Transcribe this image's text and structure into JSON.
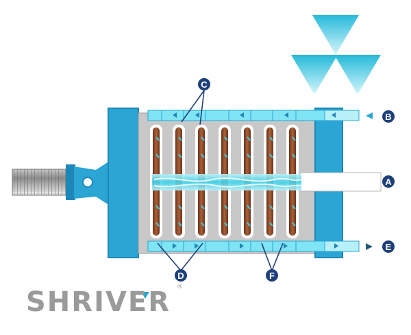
{
  "callouts": {
    "A": "A",
    "B": "B",
    "C": "C",
    "D": "D",
    "E": "E",
    "F": "F"
  },
  "brand": {
    "name": "SHRIVER",
    "registered_mark": "®"
  },
  "colors": {
    "frame_blue": "#2aa5d4",
    "frame_dark": "#1f86b8",
    "cake_brown": "#8b4a2a",
    "filtrate_cyan": "#4fd6ec",
    "callout_navy": "#1e3f7a",
    "chamber_gray": "#c8c8c8",
    "logo_gray": "#9a9a9a"
  },
  "icons": [
    "screw-jack-icon",
    "flow-arrow-icon",
    "shriver-triangles-logo-icon"
  ]
}
